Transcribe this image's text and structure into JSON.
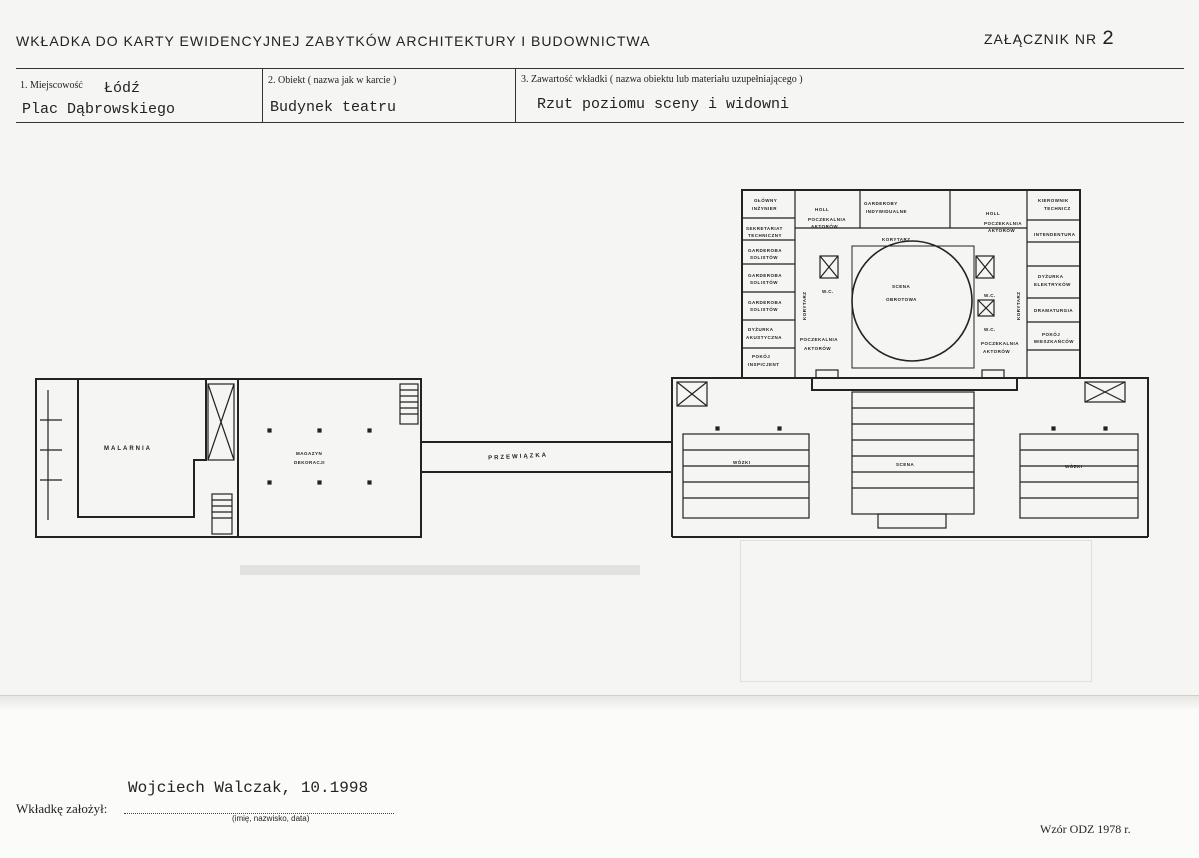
{
  "header": {
    "title": "WKŁADKA DO KARTY EWIDENCYJNEJ ZABYTKÓW ARCHITEKTURY I BUDOWNICTWA",
    "annex_label": "ZAŁĄCZNIK NR",
    "annex_number": "2"
  },
  "fields": {
    "locality": {
      "label": "1. Miejscowość",
      "value": "Łódź",
      "value2": "Plac Dąbrowskiego"
    },
    "object": {
      "label": "2. Obiekt ( nazwa jak w karcie )",
      "value": "Budynek teatru"
    },
    "content": {
      "label": "3. Zawartość wkładki ( nazwa obiektu lub materiału uzupełniającego )",
      "value": "Rzut poziomu sceny i widowni"
    }
  },
  "plan": {
    "rooms": {
      "malarnia": "MALARNIA",
      "magazyn_1": "MAGAZYN",
      "magazyn_2": "DEKORACJI",
      "przewiazka": "PRZEWIĄZKA",
      "wozki_left": "WÓZKI",
      "scena": "SCENA",
      "wozki_right": "WÓZKI",
      "scena_obrotowa_1": "SCENA",
      "scena_obrotowa_2": "OBROTOWA",
      "garderoby_1": "GARDEROBY",
      "garderoby_2": "INDYWIDUALNE",
      "holl_left": "HOLL",
      "holl_right": "HOLL",
      "korytarz_top": "KORYTARZ",
      "korytarz_left": "KORYTARZ",
      "korytarz_right": "KORYTARZ",
      "poczekalnia_1": "POCZEKALNIA",
      "poczekalnia_2": "AKTORÓW",
      "poczekalnia_l1": "POCZEKALNIA",
      "poczekalnia_l2": "AKTORÓW",
      "poczekalnia_r1": "POCZEKALNIA",
      "poczekalnia_r2": "AKTORÓW",
      "poczekalnia_rb1": "POCZEKALNIA",
      "poczekalnia_rb2": "AKTORÓW",
      "glowny_1": "GŁÓWNY",
      "glowny_2": "INŻYNIER",
      "sekretariat_1": "SEKRETARIAT",
      "sekretariat_2": "TECHNICZNY",
      "garderoba_1": "GARDEROBA",
      "garderoba_2": "SOLISTÓW",
      "garderoba_b1": "GARDEROBA",
      "garderoba_b2": "SOLISTÓW",
      "garderoba_c1": "GARDEROBA",
      "garderoba_c2": "SOLISTÓW",
      "dyzurka_1": "DYŻURKA",
      "dyzurka_2": "AKUSTYCZNA",
      "pokoj_1": "POKÓJ",
      "pokoj_2": "INSPICJENT",
      "kierownik_1": "KIEROWNIK",
      "kierownik_2": "TECHNICZ",
      "intendentura": "INTENDENTURA",
      "dyzurka_r1": "DYŻURKA",
      "dyzurka_r2": "ELEKTRYKÓW",
      "dramaturg": "DRAMATURGIA",
      "pokoj_r1": "POKÓJ",
      "pokoj_r2": "MIESZKAŃCÓW",
      "wc": "W.C."
    }
  },
  "footer": {
    "signer": "Wojciech Walczak, 10.1998",
    "signer_label": "Wkładkę założył:",
    "signer_hint": "(imię, nazwisko, data)",
    "form_code": "Wzór ODZ 1978 r."
  }
}
